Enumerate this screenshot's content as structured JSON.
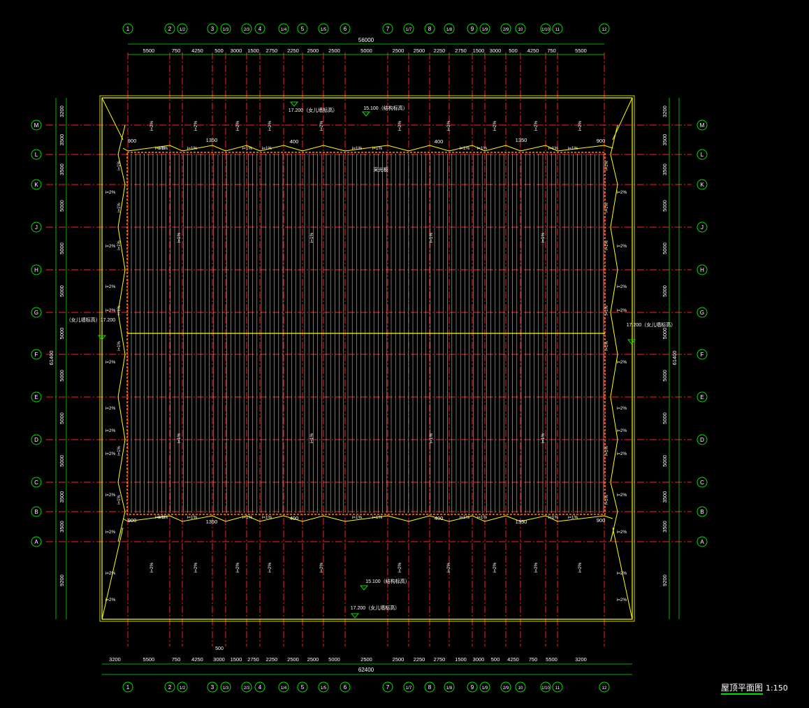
{
  "drawing": {
    "title": "屋顶平面图",
    "scale": "1:150",
    "col_axes_top": [
      "1",
      "2",
      "1/2",
      "3",
      "1/3",
      "2/3",
      "4",
      "1/4",
      "5",
      "1/5",
      "6",
      "7",
      "1/7",
      "8",
      "1/8",
      "9",
      "1/9",
      "2/9",
      "10",
      "1/10",
      "11",
      "12"
    ],
    "col_axes_bottom": [
      "1",
      "2",
      "1/2",
      "3",
      "1/3",
      "2/3",
      "4",
      "1/4",
      "5",
      "1/5",
      "6",
      "7",
      "1/7",
      "8",
      "1/8",
      "9",
      "1/9",
      "2/9",
      "10",
      "1/10",
      "11",
      "12"
    ],
    "row_axes": [
      "M",
      "L",
      "K",
      "J",
      "H",
      "G",
      "F",
      "E",
      "D",
      "C",
      "B",
      "A"
    ],
    "dims_top_total": "56000",
    "dims_top": [
      "5500",
      "750",
      "4250",
      "500",
      "3000",
      "1500",
      "2750",
      "2250",
      "2500",
      "2500",
      "5000",
      "2500",
      "2500",
      "2250",
      "2750",
      "1500",
      "3000",
      "500",
      "4250",
      "750",
      "5500"
    ],
    "dims_bottom_total": "62400",
    "dims_bottom": [
      "3200",
      "5500",
      "750",
      "4250",
      "3000",
      "1500",
      "2750",
      "2250",
      "2500",
      "2500",
      "5000",
      "2500",
      "2500",
      "2250",
      "2750",
      "1500",
      "3000",
      "500",
      "4250",
      "750",
      "5500",
      "3200"
    ],
    "dims_bottom_extra": "500",
    "dims_left_total": "61400",
    "dims_left": [
      "3200",
      "3500",
      "3500",
      "5000",
      "5000",
      "5000",
      "5000",
      "5000",
      "5000",
      "5000",
      "3500",
      "3500",
      "9200"
    ],
    "dims_right_total": "61400",
    "dims_right": [
      "3200",
      "3500",
      "3500",
      "5000",
      "5000",
      "5000",
      "5000",
      "5000",
      "5000",
      "5000",
      "3500",
      "3500",
      "9200"
    ],
    "elev_top_1": "17.200（女儿墙标高）",
    "elev_top_2": "15.100（结构标高）",
    "elev_bottom_1": "15.100（结构标高）",
    "elev_bottom_2": "17.200（女儿墙标高）",
    "elev_left": "（女儿墙标高）17.200",
    "elev_right": "17.200（女儿墙标高）",
    "note_skylight": "采光板",
    "slope_2": "i=2%",
    "slope_1": "i=1%",
    "gutter_900": "900",
    "gutter_1350": "1350",
    "gutter_400": "400",
    "colors": {
      "grid_axis": "#ff2020",
      "dimension": "#00e000",
      "outline": "#ffff00",
      "panel": "#c0c0c0",
      "text": "#ffffff",
      "background": "#000000"
    }
  }
}
